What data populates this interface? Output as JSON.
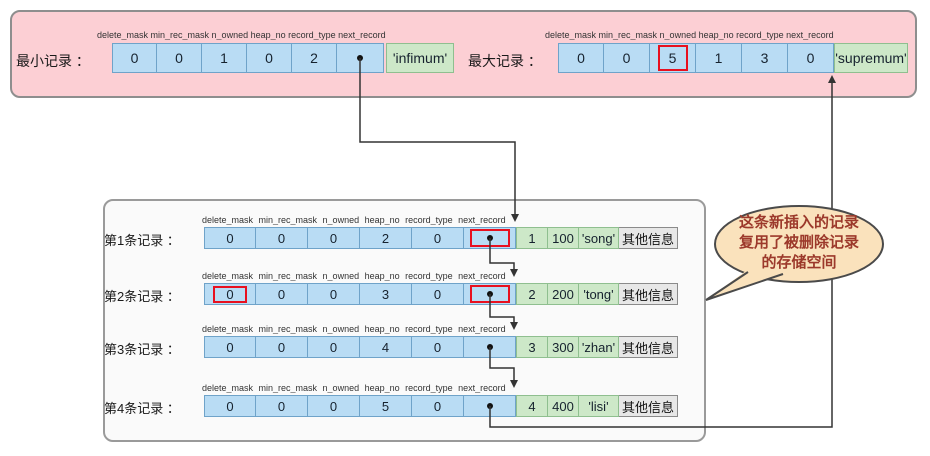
{
  "titles": {
    "min_label": "最小记录 ：",
    "max_label": "最大记录 ："
  },
  "field_names": [
    "delete_mask",
    "min_rec_mask",
    "n_owned",
    "heap_no",
    "record_type",
    "next_record"
  ],
  "field_header_line": "delete_mask min_rec_mask n_owned heap_no record_type next_record",
  "min_record": {
    "values": [
      "0",
      "0",
      "1",
      "0",
      "2"
    ],
    "next_record": "pointer-dot",
    "tail": "'infimum'"
  },
  "max_record": {
    "values": [
      "0",
      "0",
      "5",
      "1",
      "3",
      "0"
    ],
    "highlighted_field": "n_owned",
    "highlighted_value": "5",
    "tail": "'supremum'"
  },
  "records": [
    {
      "label": "第1条记录 ：",
      "header_values": [
        "0",
        "0",
        "0",
        "2",
        "0"
      ],
      "next_record": "pointer-dot-boxed",
      "data_values": [
        "1",
        "100",
        "'song'"
      ],
      "extra": "其他信息"
    },
    {
      "label": "第2条记录 ：",
      "header_values": [
        "0",
        "0",
        "0",
        "3",
        "0"
      ],
      "delete_mask_boxed": true,
      "next_record": "pointer-dot-boxed",
      "data_values": [
        "2",
        "200",
        "'tong'"
      ],
      "extra": "其他信息"
    },
    {
      "label": "第3条记录 ：",
      "header_values": [
        "0",
        "0",
        "0",
        "4",
        "0"
      ],
      "next_record": "pointer-dot",
      "data_values": [
        "3",
        "300",
        "'zhan'"
      ],
      "extra": "其他信息"
    },
    {
      "label": "第4条记录 ：",
      "header_values": [
        "0",
        "0",
        "0",
        "5",
        "0"
      ],
      "next_record": "pointer-dot",
      "data_values": [
        "4",
        "400",
        "'lisi'"
      ],
      "extra": "其他信息"
    }
  ],
  "callout": {
    "text_lines": [
      "这条新插入的记录",
      "复用了被删除记录",
      "的存储空间"
    ]
  },
  "colors": {
    "panel_pink": "#fccfd4",
    "cell_blue": "#b9dcf4",
    "cell_green": "#cde8c8",
    "cell_gray": "#e7e7e7",
    "highlight_red": "#e8101f",
    "callout_fill": "#fae2bc",
    "line_color": "#333333"
  }
}
